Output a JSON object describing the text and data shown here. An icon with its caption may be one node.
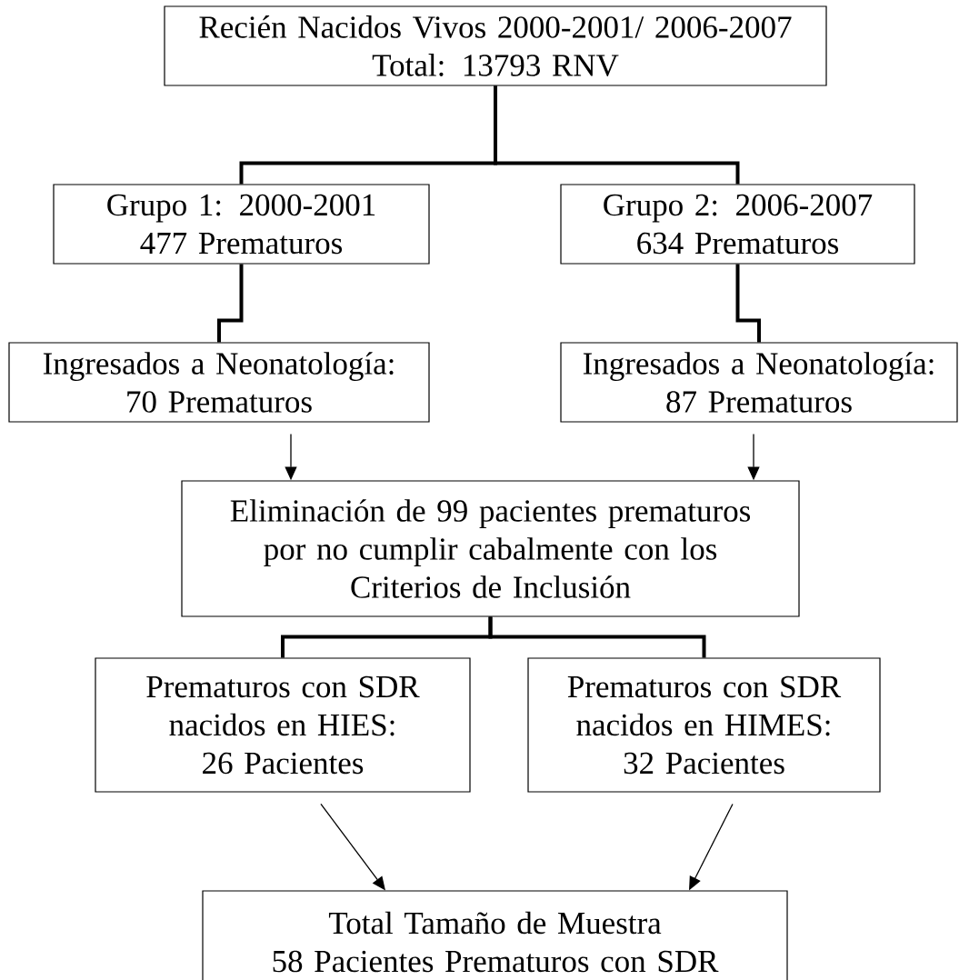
{
  "diagram": {
    "nodes": [
      {
        "text": [
          "Recién Nacidos Vivos 2000-2001/ 2006-2007",
          "Total: 13793 RNV"
        ]
      },
      {
        "text": [
          "Grupo 1: 2000-2001",
          "477 Prematuros"
        ]
      },
      {
        "text": [
          "Grupo 2: 2006-2007",
          "634 Prematuros"
        ]
      },
      {
        "text": [
          "Ingresados a Neonatología:",
          "70 Prematuros"
        ]
      },
      {
        "text": [
          "Ingresados a Neonatología:",
          "87 Prematuros"
        ]
      },
      {
        "text": [
          "Eliminación de 99 pacientes prematuros por no cumplir cabalmente con los",
          "Criterios de Inclusión"
        ]
      },
      {
        "text": [
          "Prematuros con SDR nacidos en HIES:",
          "26 Pacientes"
        ]
      },
      {
        "text": [
          "Prematuros con SDR nacidos en HIMES:",
          "32 Pacientes"
        ]
      },
      {
        "text": [
          "Total Tamaño de Muestra",
          "58 Pacientes Prematuros con SDR"
        ]
      }
    ],
    "edges": [
      {
        "from": 0,
        "to": 1,
        "arrow": "none"
      },
      {
        "from": 0,
        "to": 2,
        "arrow": "none"
      },
      {
        "from": 1,
        "to": 3,
        "arrow": "none"
      },
      {
        "from": 2,
        "to": 4,
        "arrow": "none"
      },
      {
        "from": 3,
        "to": 5,
        "arrow": "to"
      },
      {
        "from": 4,
        "to": 5,
        "arrow": "to"
      },
      {
        "from": 5,
        "to": 6,
        "arrow": "none"
      },
      {
        "from": 5,
        "to": 7,
        "arrow": "none"
      },
      {
        "from": 6,
        "to": 8,
        "arrow": "to"
      },
      {
        "from": 7,
        "to": 8,
        "arrow": "to"
      }
    ]
  }
}
